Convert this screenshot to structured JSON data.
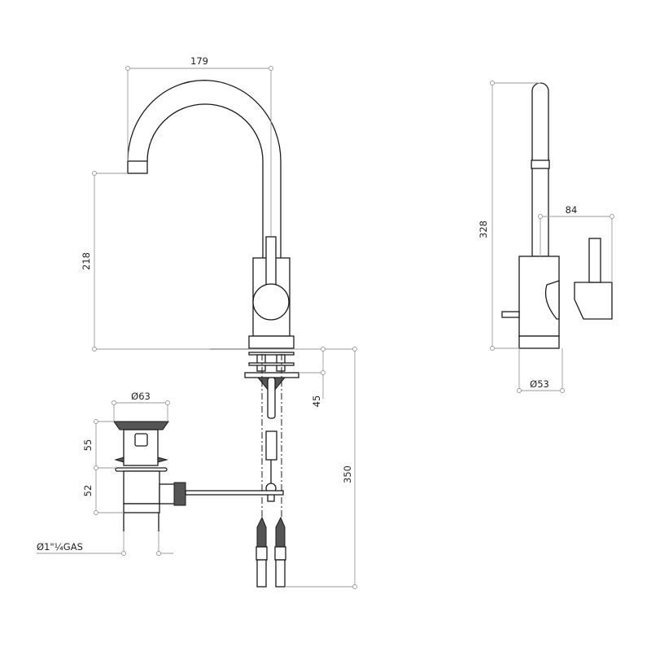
{
  "title": "Mixer tap technical drawing",
  "front_view": {
    "spout_reach": "179",
    "spout_height": "218",
    "under_counter_depth": "45",
    "total_height_with_hoses": "350"
  },
  "waste": {
    "diameter": "Ø63",
    "upper_height": "55",
    "lower_height": "52",
    "thread": "Ø1\"¼GAS"
  },
  "side_view": {
    "total_height": "328",
    "lever_offset": "84",
    "base_diameter": "Ø53"
  }
}
